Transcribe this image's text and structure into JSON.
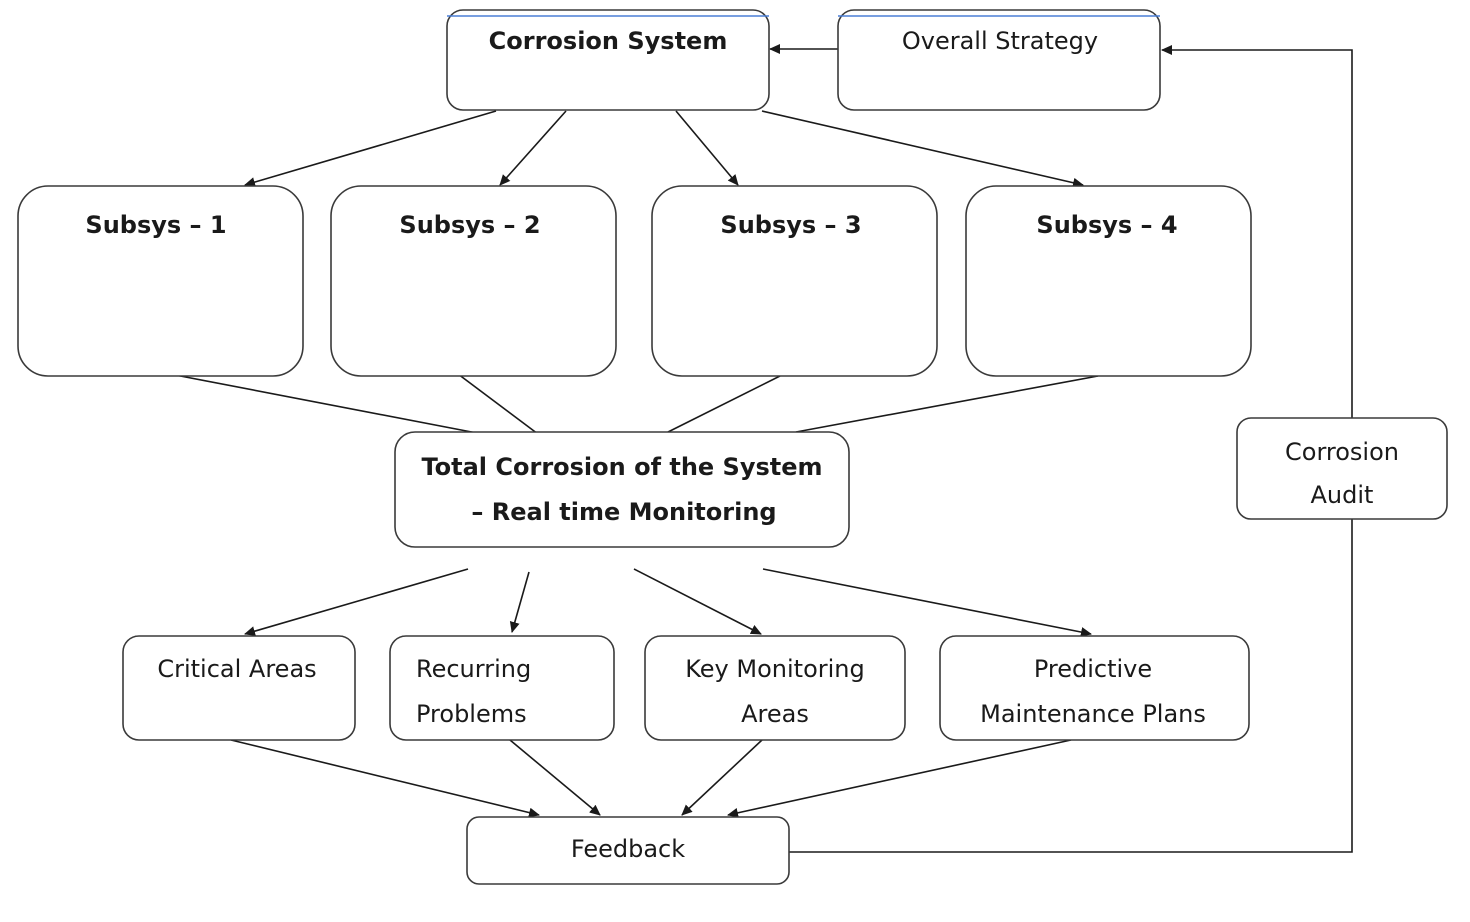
{
  "nodes": {
    "corrosion_system": "Corrosion System",
    "overall_strategy": "Overall Strategy",
    "subsys_1": "Subsys – 1",
    "subsys_2": "Subsys – 2",
    "subsys_3": "Subsys – 3",
    "subsys_4": "Subsys – 4",
    "total_monitoring_line1": "Total Corrosion of the System",
    "total_monitoring_line2": "– Real time Monitoring",
    "critical_areas": "Critical Areas",
    "recurring_problems_line1": "Recurring",
    "recurring_problems_line2": "Problems",
    "key_monitoring_line1": "Key Monitoring",
    "key_monitoring_line2": "Areas",
    "predictive_line1": "Predictive",
    "predictive_line2": "Maintenance Plans",
    "feedback": "Feedback",
    "corrosion_audit_line1": "Corrosion",
    "corrosion_audit_line2": "Audit"
  },
  "colors": {
    "stroke": "#3a3a3a",
    "arrow": "#1a1a1a",
    "accent": "#4a7fd6",
    "background": "#ffffff"
  }
}
